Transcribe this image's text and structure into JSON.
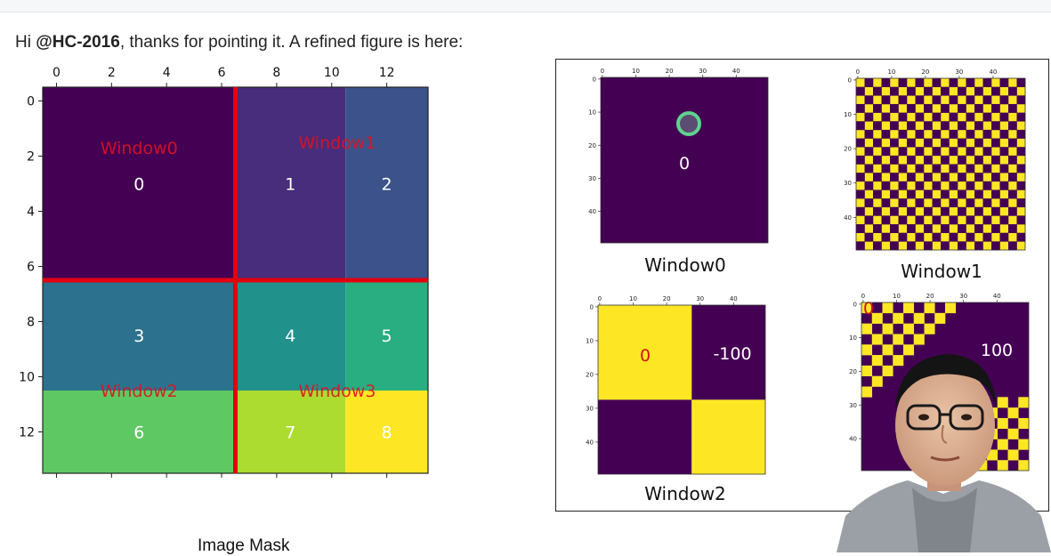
{
  "comment": {
    "greeting": "Hi ",
    "mention": "@HC-2016",
    "rest": ", thanks for pointing it. A refined figure is here:"
  },
  "caption": "Image Mask",
  "colors": {
    "viridis_0": "#440154",
    "viridis_1": "#472d7b",
    "viridis_2": "#3b528b",
    "viridis_3": "#2c728e",
    "viridis_4": "#21918c",
    "viridis_5": "#28ae80",
    "viridis_6": "#5ec962",
    "viridis_7": "#addc30",
    "viridis_8": "#fde725",
    "window_label": "#e0111f",
    "divider": "#e3000f",
    "ring": "#5fd38d"
  },
  "chart_data": [
    {
      "type": "heatmap",
      "name": "Image Mask",
      "x_ticks": [
        "0",
        "2",
        "4",
        "6",
        "8",
        "10",
        "12"
      ],
      "y_ticks": [
        "0",
        "2",
        "4",
        "6",
        "8",
        "10",
        "12"
      ],
      "xlim": [
        -0.5,
        13.5
      ],
      "ylim": [
        13.5,
        -0.5
      ],
      "x_axis_position": "top",
      "regions": [
        {
          "value": "0",
          "x": [
            -0.5,
            6.5
          ],
          "y": [
            -0.5,
            6.5
          ]
        },
        {
          "value": "1",
          "x": [
            6.5,
            10.5
          ],
          "y": [
            -0.5,
            6.5
          ]
        },
        {
          "value": "2",
          "x": [
            10.5,
            13.5
          ],
          "y": [
            -0.5,
            6.5
          ]
        },
        {
          "value": "3",
          "x": [
            -0.5,
            6.5
          ],
          "y": [
            6.5,
            10.5
          ]
        },
        {
          "value": "4",
          "x": [
            6.5,
            10.5
          ],
          "y": [
            6.5,
            10.5
          ]
        },
        {
          "value": "5",
          "x": [
            10.5,
            13.5
          ],
          "y": [
            6.5,
            10.5
          ]
        },
        {
          "value": "6",
          "x": [
            -0.5,
            6.5
          ],
          "y": [
            10.5,
            13.5
          ]
        },
        {
          "value": "7",
          "x": [
            6.5,
            10.5
          ],
          "y": [
            10.5,
            13.5
          ]
        },
        {
          "value": "8",
          "x": [
            10.5,
            13.5
          ],
          "y": [
            10.5,
            13.5
          ]
        }
      ],
      "window_labels": [
        "Window0",
        "Window1",
        "Window2",
        "Window3"
      ],
      "divider_lines": {
        "x": 6.5,
        "y": 6.5
      }
    },
    {
      "type": "heatmap",
      "name": "Window0",
      "x_ticks": [
        "0",
        "10",
        "20",
        "30",
        "40"
      ],
      "y_ticks": [
        "0",
        "10",
        "20",
        "30",
        "40"
      ],
      "pattern": "uniform",
      "cell_labels": [
        "0"
      ]
    },
    {
      "type": "heatmap",
      "name": "Window1",
      "x_ticks": [
        "0",
        "10",
        "20",
        "30",
        "40"
      ],
      "y_ticks": [
        "0",
        "10",
        "20",
        "30",
        "40"
      ],
      "pattern": "checkerboard",
      "cell_labels": []
    },
    {
      "type": "heatmap",
      "name": "Window2",
      "x_ticks": [
        "0",
        "10",
        "20",
        "30",
        "40"
      ],
      "y_ticks": [
        "0",
        "10",
        "20",
        "30",
        "40"
      ],
      "pattern": "2x2 blocks",
      "cell_labels": [
        "0",
        "-100"
      ]
    },
    {
      "type": "heatmap",
      "name": "Window3",
      "x_ticks": [
        "0",
        "10",
        "20",
        "30",
        "40"
      ],
      "y_ticks": [
        "0",
        "10",
        "20",
        "30",
        "40"
      ],
      "pattern": "checkerboard corners",
      "cell_labels": [
        "0",
        "100"
      ]
    }
  ]
}
